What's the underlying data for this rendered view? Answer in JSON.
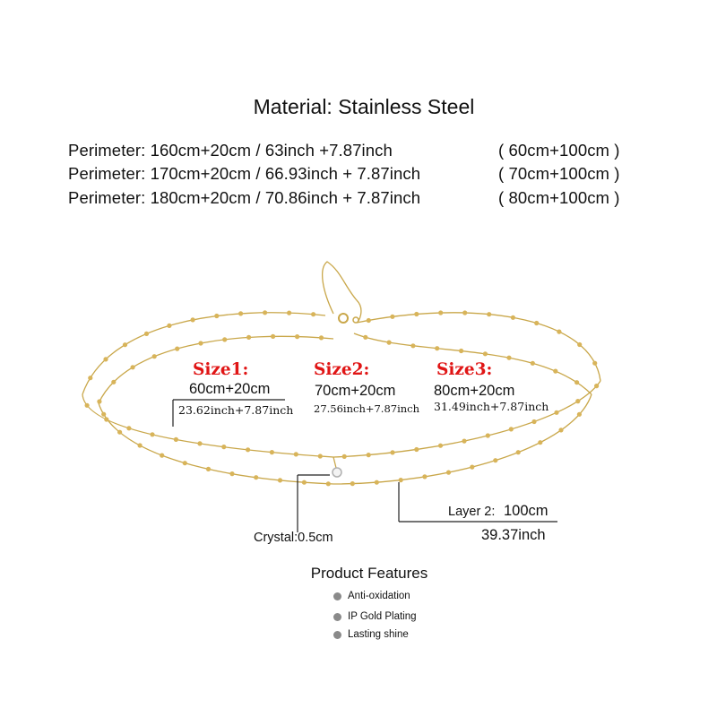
{
  "header": {
    "title": "Material: Stainless Steel"
  },
  "perimeters": [
    {
      "text": "Perimeter: 160cm+20cm / 63inch +7.87inch",
      "layers": "( 60cm+100cm )"
    },
    {
      "text": "Perimeter: 170cm+20cm / 66.93inch + 7.87inch",
      "layers": "( 70cm+100cm )"
    },
    {
      "text": "Perimeter: 180cm+20cm / 70.86inch + 7.87inch",
      "layers": "( 80cm+100cm )"
    }
  ],
  "sizes": [
    {
      "label": "Size1:",
      "cm": "60cm+20cm",
      "inch": "23.62inch+7.87inch"
    },
    {
      "label": "Size2:",
      "cm": "70cm+20cm",
      "inch": "27.56inch+7.87inch"
    },
    {
      "label": "Size3:",
      "cm": "80cm+20cm",
      "inch": "31.49inch+7.87inch"
    }
  ],
  "crystal": {
    "label": "Crystal:0.5cm"
  },
  "layer2": {
    "label": "Layer 2:",
    "cm": "100cm",
    "inch": "39.37inch"
  },
  "features": {
    "title": "Product Features",
    "items": [
      "Anti-oxidation",
      "IP Gold Plating",
      "Lasting shine"
    ]
  },
  "colors": {
    "size_label": "#e01515",
    "chain_gold": "#c9a74a",
    "bead_gold": "#d8b45a",
    "bullet_gray": "#8a8a8a"
  },
  "icons": {
    "product": "gold-waist-chain-image",
    "bullet": "gray-dot-icon"
  }
}
